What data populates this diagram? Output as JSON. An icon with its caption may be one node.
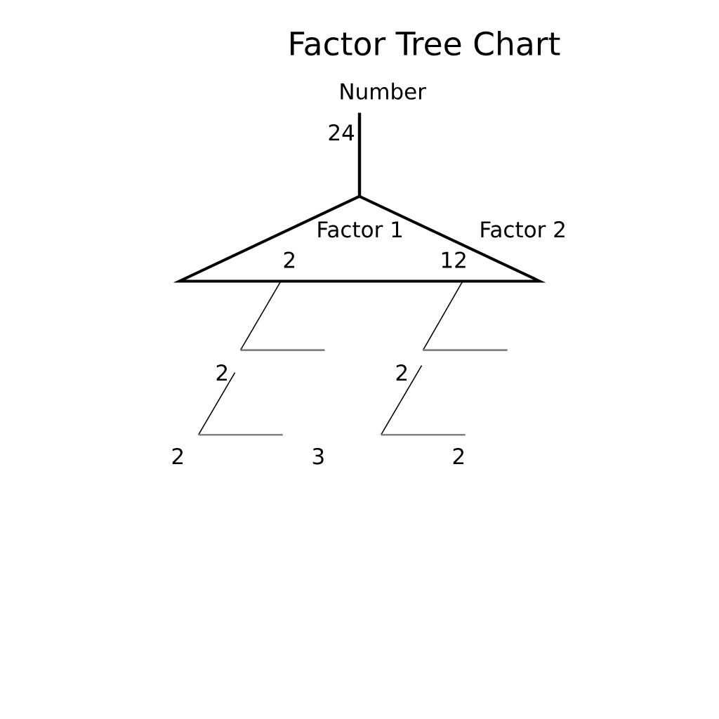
{
  "diagram": {
    "title": "Factor Tree Chart",
    "nodes": [
      {
        "text": [
          "24"
        ]
      },
      {
        "text": [
          "2",
          "12"
        ]
      },
      {
        "text": [
          "2"
        ]
      },
      {
        "text": [
          "2"
        ]
      },
      {
        "text": [
          "2"
        ]
      },
      {
        "text": [
          "2"
        ]
      }
    ],
    "edges": [
      {
        "from": 0,
        "to": 1,
        "arrow": "none",
        "color": "#000000"
      },
      {
        "from": 1,
        "to": 2,
        "arrow": "none"
      },
      {
        "from": 1,
        "to": 3,
        "arrow": "none"
      },
      {
        "from": 2,
        "to": 4,
        "arrow": "none"
      },
      {
        "from": 3,
        "to": 5,
        "arrow": "none"
      }
    ],
    "labels": [
      "Number",
      "Factor 1",
      "Factor 2",
      "3"
    ]
  }
}
